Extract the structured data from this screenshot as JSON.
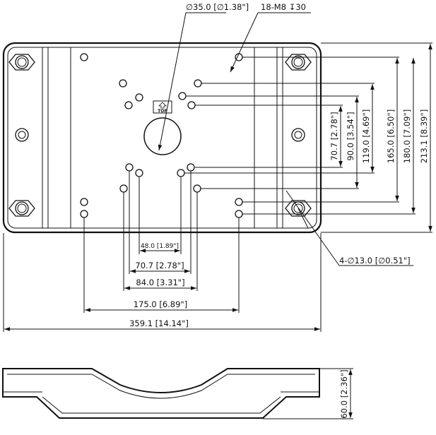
{
  "callouts": {
    "center_hole": "∅35.0 [∅1.38\"]",
    "threaded_holes": "18-M8 ↧30",
    "corner_holes": "4-∅13.0 [∅0.51\"]",
    "top_marker": "TOP"
  },
  "horizontal_dims": {
    "d48": "48.0 [1.89\"]",
    "d70": "70.7 [2.78\"]",
    "d84": "84.0 [3.31\"]",
    "d175": "175.0 [6.89\"]",
    "d359": "359.1 [14.14\"]"
  },
  "vertical_dims": {
    "d70": "70.7 [2.78\"]",
    "d90": "90.0 [3.54\"]",
    "d119": "119.0 [4.69\"]",
    "d165": "165.0 [6.50\"]",
    "d180": "180.0 [7.09\"]",
    "d213": "213.1 [8.39\"]",
    "d60": "60.0 [2.36\"]"
  }
}
